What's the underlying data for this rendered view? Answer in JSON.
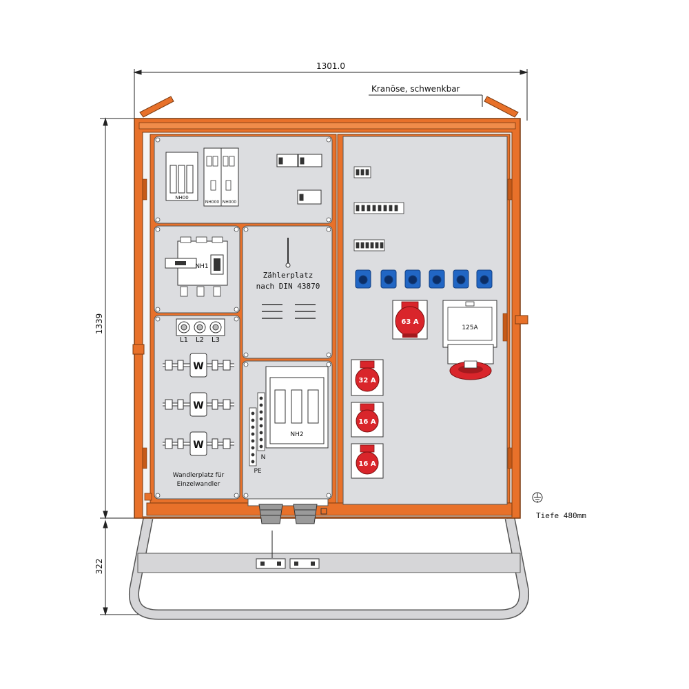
{
  "dimensions": {
    "width": "1301.0",
    "height_cabinet": "1339",
    "height_stand": "322",
    "depth": "Tiefe 480mm"
  },
  "annotations": {
    "crane_eye": "Kranöse, schwenkbar",
    "meter_place_1": "Zählerplatz",
    "meter_place_2": "nach DIN 43870",
    "transformer_place_1": "Wandlerplatz für",
    "transformer_place_2": "Einzelwandler"
  },
  "fuses": {
    "nh00": "NH00",
    "nh000_a": "NH000",
    "nh000_b": "NH000",
    "nh1": "NH1",
    "nh2": "NH2"
  },
  "phases": [
    "L1",
    "L2",
    "L3"
  ],
  "transformer_labels": [
    "W",
    "W",
    "W"
  ],
  "terminals": {
    "n": "N",
    "pe": "PE"
  },
  "cee_sockets": {
    "s63": "63 A",
    "s32": "32 A",
    "s16a": "16 A",
    "s16b": "16 A",
    "s125": "125A"
  },
  "colors": {
    "frame": "#e8712a",
    "frame_dark": "#c65a18",
    "panel": "#dcdde0",
    "stand": "#d6d6d8",
    "cee_red": "#d9252b",
    "schuko_blue": "#2166c4"
  }
}
